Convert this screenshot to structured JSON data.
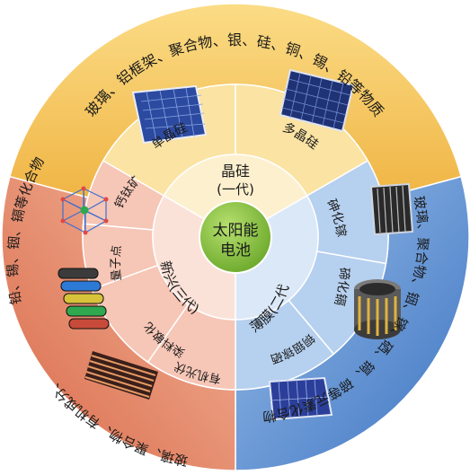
{
  "center": {
    "line1": "太阳能",
    "line2": "电池"
  },
  "generations": [
    {
      "line1": "晶硅",
      "line2": "(一代)"
    },
    {
      "line1": "薄膜",
      "line2": "(二代)"
    },
    {
      "line1": "新兴",
      "line2": "(三代)"
    }
  ],
  "cells": {
    "mono_si": "单晶硅",
    "poly_si": "多晶硅",
    "gaas": "砷化镓",
    "cdte": "碲化镉",
    "cigs": "铜铟镓硒",
    "perovskite": "钙钛矿",
    "quantum_dot": "量子点",
    "dye": "染料敏化",
    "organic": "有机光伏"
  },
  "materials": {
    "first_gen": "玻璃、铝框架、聚合物、银、硅、铜、锡、铅等物质",
    "second_gen": "玻璃、聚合物、铟、镓、硒、镉、碲等元素化合物",
    "third_gen_a": "玻璃、聚合物、有机成分、",
    "third_gen_b": "铅、锡、铟、镉等化合物"
  },
  "colors": {
    "first_gen": "#f2c25a",
    "second_gen": "#7fa8d8",
    "third_gen": "#e8917a",
    "center": "#8cc63f"
  }
}
